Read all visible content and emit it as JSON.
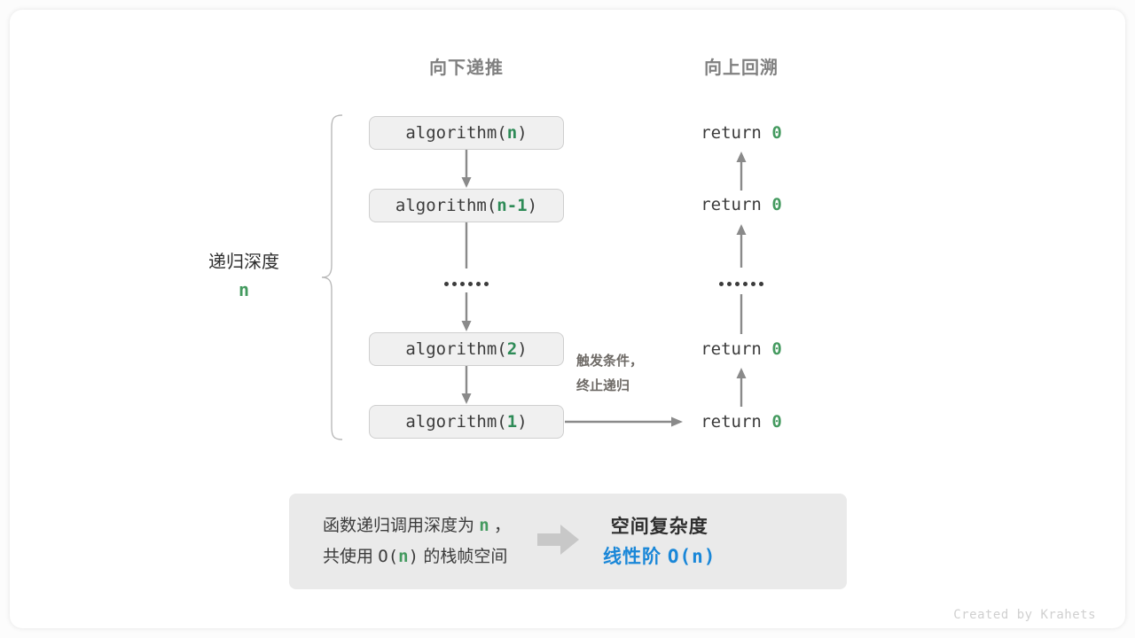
{
  "headers": {
    "left": "向下递推",
    "right": "向上回溯"
  },
  "brace": {
    "label": "递归深度",
    "value": "n"
  },
  "calls": [
    {
      "fn": "algorithm(",
      "arg": "n",
      "close": ")"
    },
    {
      "fn": "algorithm(",
      "arg": "n-1",
      "close": ")"
    },
    {
      "fn": "algorithm(",
      "arg": "2",
      "close": ")"
    },
    {
      "fn": "algorithm(",
      "arg": "1",
      "close": ")"
    }
  ],
  "returns": [
    {
      "kw": "return",
      "val": "0"
    },
    {
      "kw": "return",
      "val": "0"
    },
    {
      "kw": "return",
      "val": "0"
    },
    {
      "kw": "return",
      "val": "0"
    }
  ],
  "trigger_note": {
    "line1": "触发条件，",
    "line2": "终止递归"
  },
  "summary": {
    "left_line1_a": "函数递归调用深度为 ",
    "left_line1_n": "n",
    "left_line1_b": " ，",
    "left_line2_a": "共使用 ",
    "left_line2_o": "O(",
    "left_line2_n": "n",
    "left_line2_c": ")",
    "left_line2_b": " 的栈帧空间",
    "right_title": "空间复杂度",
    "right_value_label": "线性阶 ",
    "right_value_expr": "O(n)"
  },
  "credit": "Created by Krahets",
  "colors": {
    "green": "#449a5f",
    "blue": "#1a87d8",
    "gray_text": "#808080",
    "arrow": "#8a8a8a",
    "box_fill": "#f0f0f0",
    "summary_fill": "#eaeaea"
  }
}
